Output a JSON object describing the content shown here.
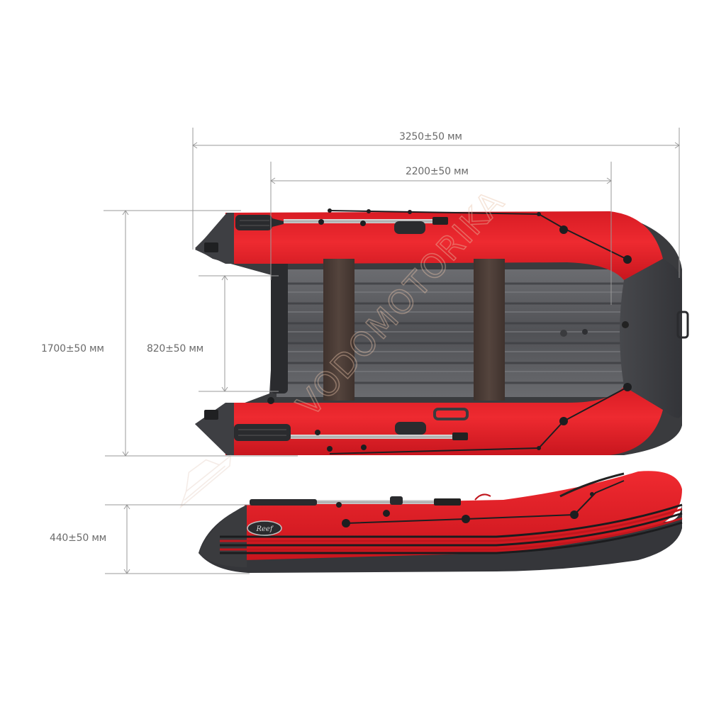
{
  "diagram": {
    "subject": "inflatable-boat-dimensions",
    "views": [
      "top-view",
      "side-view"
    ],
    "colors": {
      "hull_red": "#e8222a",
      "hull_dark": "#3a3b3e",
      "floor_gray": "#5c5d61",
      "seat_brown": "#4a3b35",
      "dimension_line": "#9a9a9a",
      "label_text": "#6b6b6b",
      "watermark": "#e6c9b8"
    },
    "dimensions": {
      "overall_length": "3250±50 мм",
      "inner_length": "2200±50 мм",
      "overall_width": "1700±50 мм",
      "inner_width": "820±50 мм",
      "side_height": "440±50 мм"
    },
    "logo_text": "Reef",
    "watermark_text": "VODOMOTORIKA"
  }
}
